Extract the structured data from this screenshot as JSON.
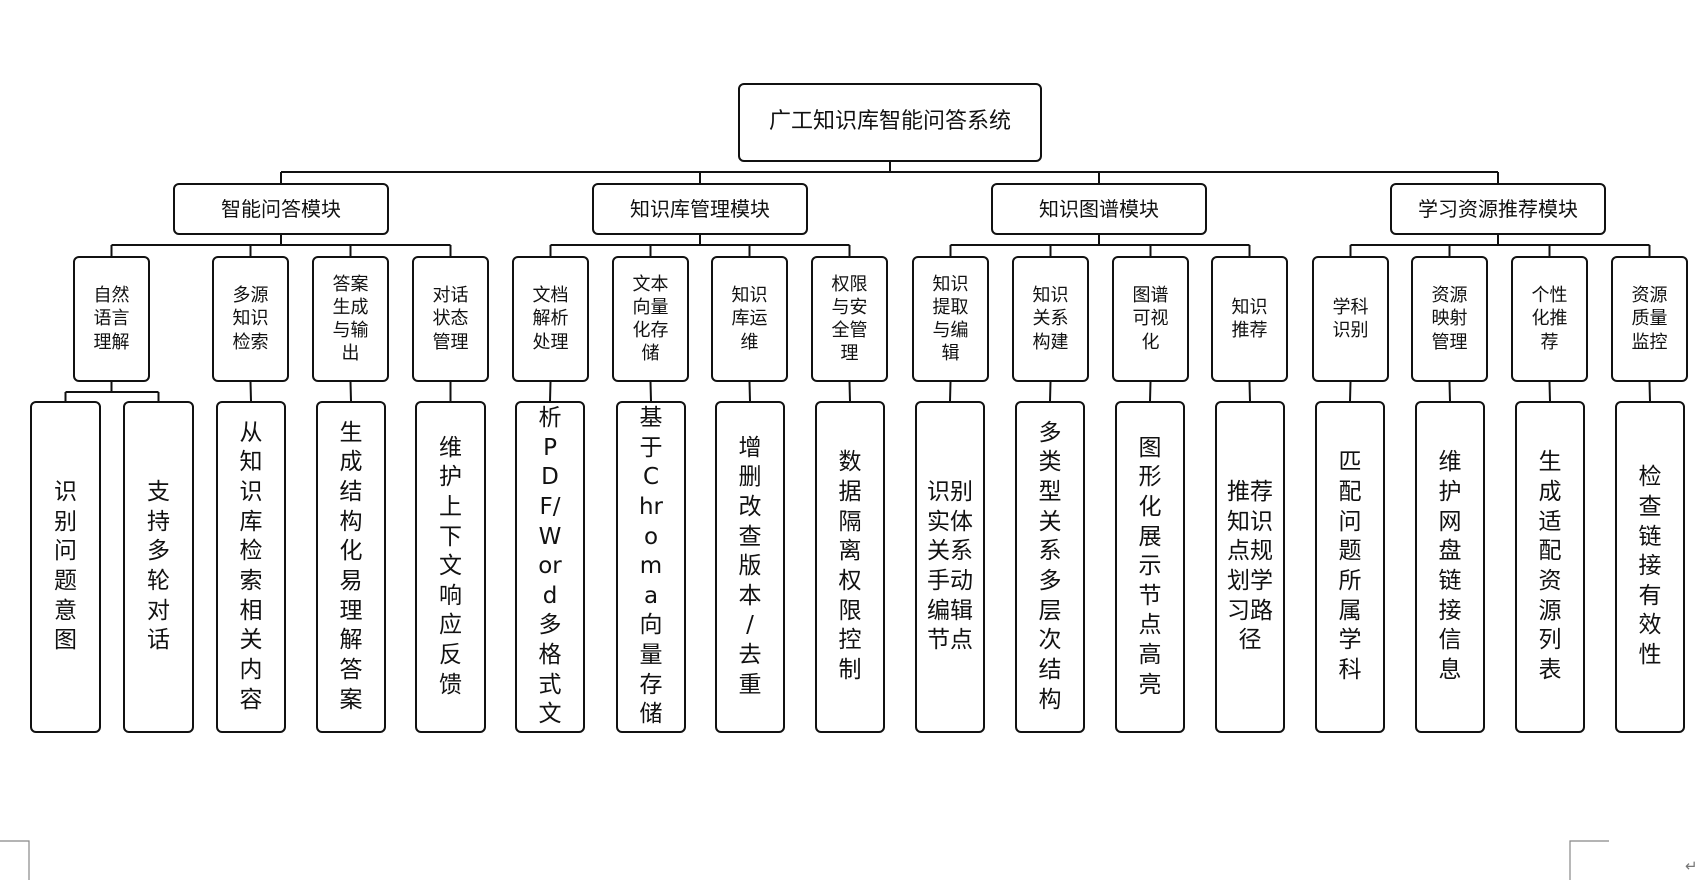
{
  "diagram": {
    "type": "hierarchy",
    "root": {
      "label": "广工知识库智能问答系统"
    },
    "modules": [
      {
        "label": "智能问答模块",
        "functions": [
          {
            "label": "自然语言理解",
            "details": [
              "识别问题意图",
              "支持多轮对话"
            ]
          },
          {
            "label": "多源知识检索",
            "details": [
              "从知识库检索相关内容"
            ]
          },
          {
            "label": "答案生成与输出",
            "details": [
              "生成结构化易理解答案"
            ]
          },
          {
            "label": "对话状态管理",
            "details": [
              "维护上下文响应反馈"
            ]
          }
        ]
      },
      {
        "label": "知识库管理模块",
        "functions": [
          {
            "label": "文档解析处理",
            "details": [
              "解析PDF/Word多格式文档"
            ]
          },
          {
            "label": "文本向量化存储",
            "details": [
              "基于Chroma向量存储"
            ]
          },
          {
            "label": "知识库运维",
            "details": [
              "增删改查版本/去重"
            ]
          },
          {
            "label": "权限与安全管理",
            "details": [
              "数据隔离权限控制"
            ]
          }
        ]
      },
      {
        "label": "知识图谱模块",
        "functions": [
          {
            "label": "知识提取与编辑",
            "details": [
              "识别实体关系手动编辑节点"
            ]
          },
          {
            "label": "知识关系构建",
            "details": [
              "多类型关系多层次结构"
            ]
          },
          {
            "label": "图谱可视化",
            "details": [
              "图形化展示节点高亮"
            ]
          },
          {
            "label": "知识推荐",
            "details": [
              "推荐知识点规划学习路径"
            ]
          }
        ]
      },
      {
        "label": "学习资源推荐模块",
        "functions": [
          {
            "label": "学科识别",
            "details": [
              "匹配问题所属学科"
            ]
          },
          {
            "label": "资源映射管理",
            "details": [
              "维护网盘链接信息"
            ]
          },
          {
            "label": "个性化推荐",
            "details": [
              "生成适配资源列表"
            ]
          },
          {
            "label": "资源质量监控",
            "details": [
              "检查链接有效性"
            ]
          }
        ]
      }
    ]
  },
  "colors": {
    "line": "#111111",
    "box_border": "#111111",
    "background": "#ffffff"
  },
  "decor": {
    "paragraph_mark": "↵"
  }
}
